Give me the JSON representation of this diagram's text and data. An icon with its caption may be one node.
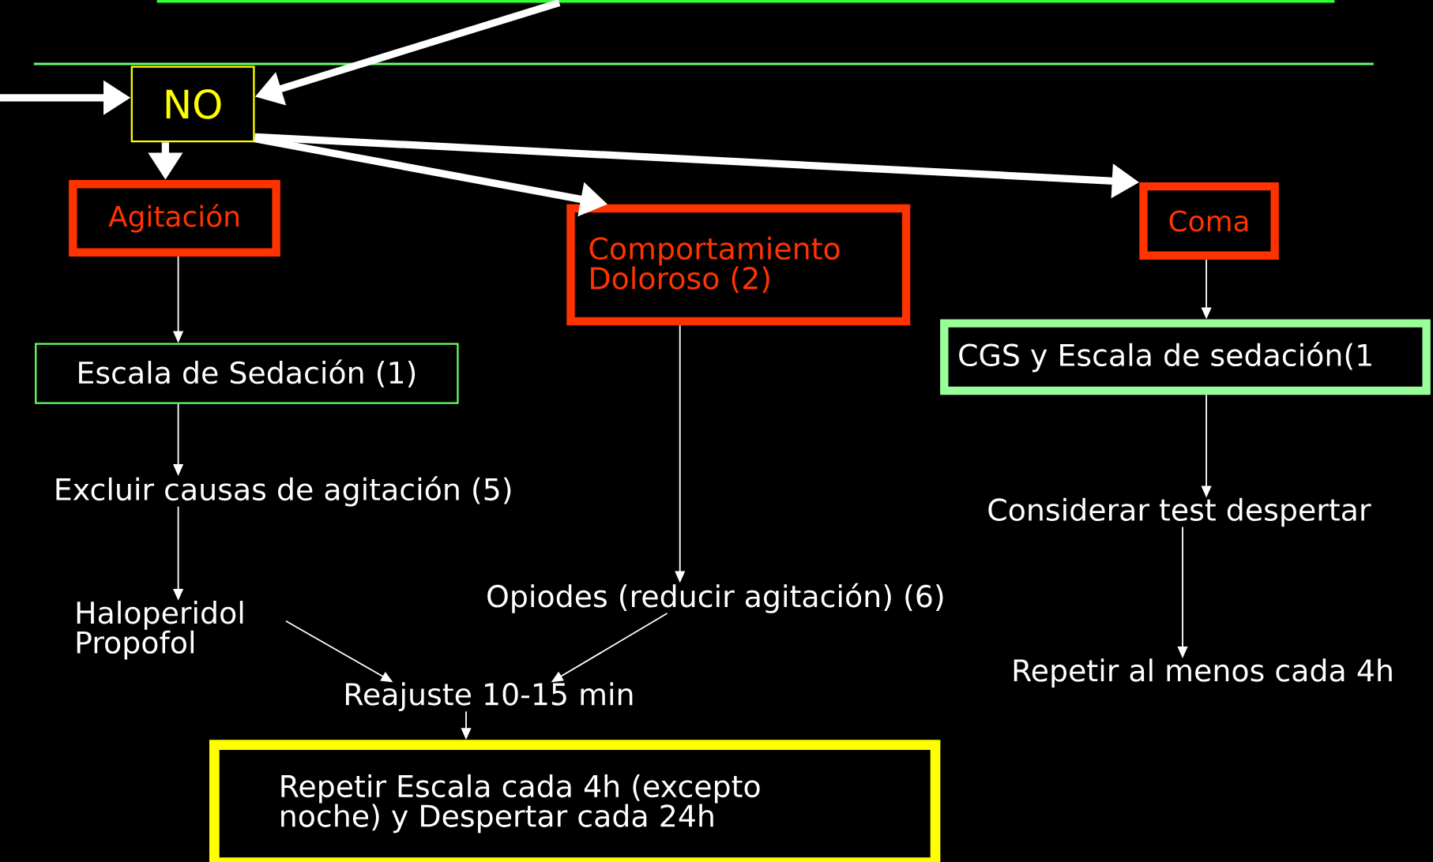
{
  "diagram": {
    "nodes": [
      {
        "text": [],
        "shape": "box"
      },
      {
        "text": [
          "NO"
        ]
      },
      {
        "text": [
          "Agitación"
        ]
      },
      {
        "text": [
          "Comportamiento Doloroso (2)"
        ]
      },
      {
        "text": [
          "Coma"
        ]
      },
      {
        "text": [
          "Escala de Sedación (1)"
        ]
      },
      {
        "text": [
          "CGS y Escala de sedación(1"
        ]
      },
      {
        "text": [
          "Excluir causas de agitación (5)"
        ]
      },
      {
        "text": [
          "Considerar test despertar"
        ]
      },
      {
        "text": [
          "Haloperidol Propofol"
        ]
      },
      {
        "text": [
          "Opiodes (reducir agitación) (6)"
        ]
      },
      {
        "text": [
          "Repetir al menos cada 4h"
        ]
      },
      {
        "text": [
          "Reajuste 10-15 min"
        ]
      },
      {
        "text": [
          "Repetir Escala cada 4h (excepto noche) y Despertar cada 24h"
        ]
      }
    ],
    "edges": [
      {
        "from": 0,
        "to": 1,
        "arrow": "to",
        "style": "thick"
      },
      {
        "from": null,
        "to": 1,
        "arrow": "to",
        "style": "thick"
      },
      {
        "from": 1,
        "to": 2,
        "arrow": "to",
        "style": "thick"
      },
      {
        "from": 1,
        "to": 3,
        "arrow": "to",
        "style": "thick"
      },
      {
        "from": 1,
        "to": 4,
        "arrow": "to",
        "style": "thick"
      },
      {
        "from": 2,
        "to": 5,
        "arrow": "to"
      },
      {
        "from": 5,
        "to": 7,
        "arrow": "to"
      },
      {
        "from": 7,
        "to": 9,
        "arrow": "to"
      },
      {
        "from": 9,
        "to": 12,
        "arrow": "to"
      },
      {
        "from": 10,
        "to": 12,
        "arrow": "to"
      },
      {
        "from": 12,
        "to": 13,
        "arrow": "to"
      },
      {
        "from": 3,
        "to": 10,
        "arrow": "to"
      },
      {
        "from": 4,
        "to": 6,
        "arrow": "to"
      },
      {
        "from": 6,
        "to": 8,
        "arrow": "to"
      },
      {
        "from": 8,
        "to": 11,
        "arrow": "to"
      }
    ]
  }
}
